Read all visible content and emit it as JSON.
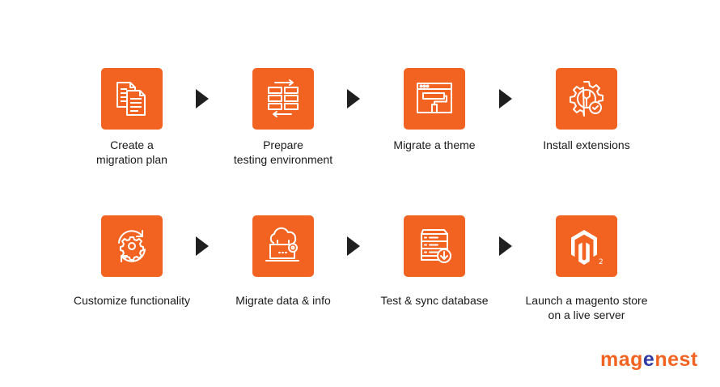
{
  "steps": [
    {
      "icon": "documents-icon",
      "lines": [
        "Create a",
        "migration plan"
      ]
    },
    {
      "icon": "server-transfer-icon",
      "lines": [
        "Prepare",
        "testing environment"
      ]
    },
    {
      "icon": "browser-paint-roller-icon",
      "lines": [
        "Migrate a theme",
        ""
      ]
    },
    {
      "icon": "gear-wrench-check-icon",
      "lines": [
        "Install extensions",
        ""
      ]
    },
    {
      "icon": "gear-refresh-icon",
      "lines": [
        "Customize functionality",
        ""
      ]
    },
    {
      "icon": "cloud-laptop-icon",
      "lines": [
        "Migrate data & info",
        ""
      ]
    },
    {
      "icon": "database-download-icon",
      "lines": [
        "Test & sync database",
        ""
      ]
    },
    {
      "icon": "magento-2-logo-icon",
      "lines": [
        "Launch a magento store",
        "on a live server"
      ]
    }
  ],
  "logo": {
    "part1": "mag",
    "part2": "e",
    "part3": "nest"
  },
  "colors": {
    "accent": "#f26322",
    "arrow": "#1f1f1f",
    "brand_blue": "#2f3aa3"
  }
}
